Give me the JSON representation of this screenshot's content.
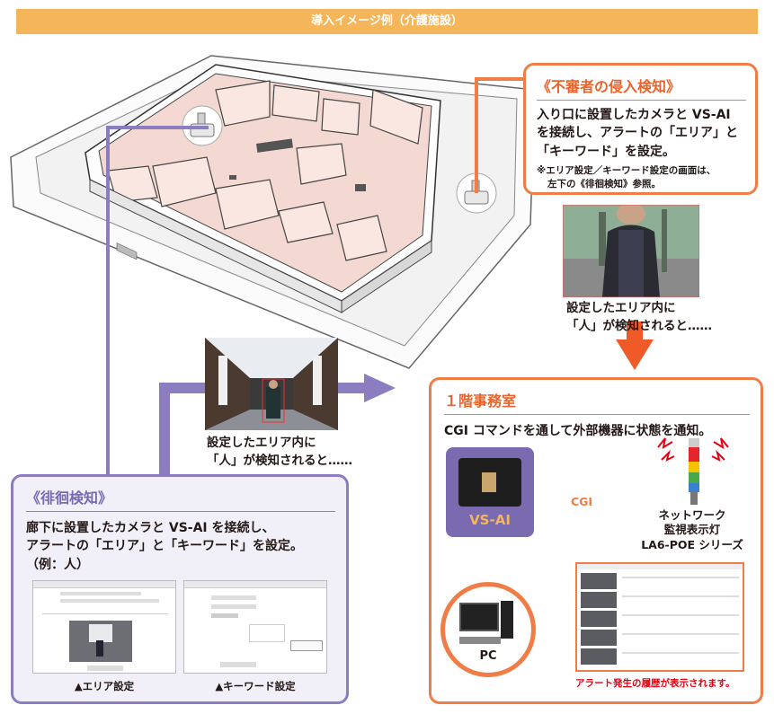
{
  "banner": "導入イメージ例（介護施設）",
  "intrusion": {
    "title": "《不審者の侵入検知》",
    "body_line1": "入り口に設置したカメラと VS-AI",
    "body_line2": "を接続し、アラートの「エリア」と",
    "body_line3": "「キーワード」を設定。",
    "note_line1": "※エリア設定／キーワード設定の画面は、",
    "note_line2": "左下の《徘徊検知》参照。"
  },
  "intrusion_caption": {
    "line1": "設定したエリア内に",
    "line2": "「人」が検知されると……"
  },
  "hallway_caption": {
    "line1": "設定したエリア内に",
    "line2": "「人」が検知されると……"
  },
  "wandering": {
    "title": "《徘徊検知》",
    "body_line1": "廊下に設置したカメラと VS-AI を接続し、",
    "body_line2": "アラートの「エリア」と「キーワード」を設定。",
    "body_line3": "（例：人）",
    "area_caption": "▲エリア設定",
    "keyword_caption": "▲キーワード設定"
  },
  "office": {
    "title": "１階事務室",
    "body": "CGI コマンドを通して外部機器に状態を通知。",
    "vsai_label": "VS-AI",
    "cgi_label": "CGI",
    "light_line1": "ネットワーク",
    "light_line2": "監視表示灯",
    "light_line3": "LA6-POE シリーズ",
    "pc_label": "PC",
    "history_note": "アラート発生の履歴が表示されます。"
  },
  "colors": {
    "orange": "#ef7d45",
    "purple": "#8c7cc0",
    "banner": "#f5b55b",
    "red": "#e60012"
  }
}
